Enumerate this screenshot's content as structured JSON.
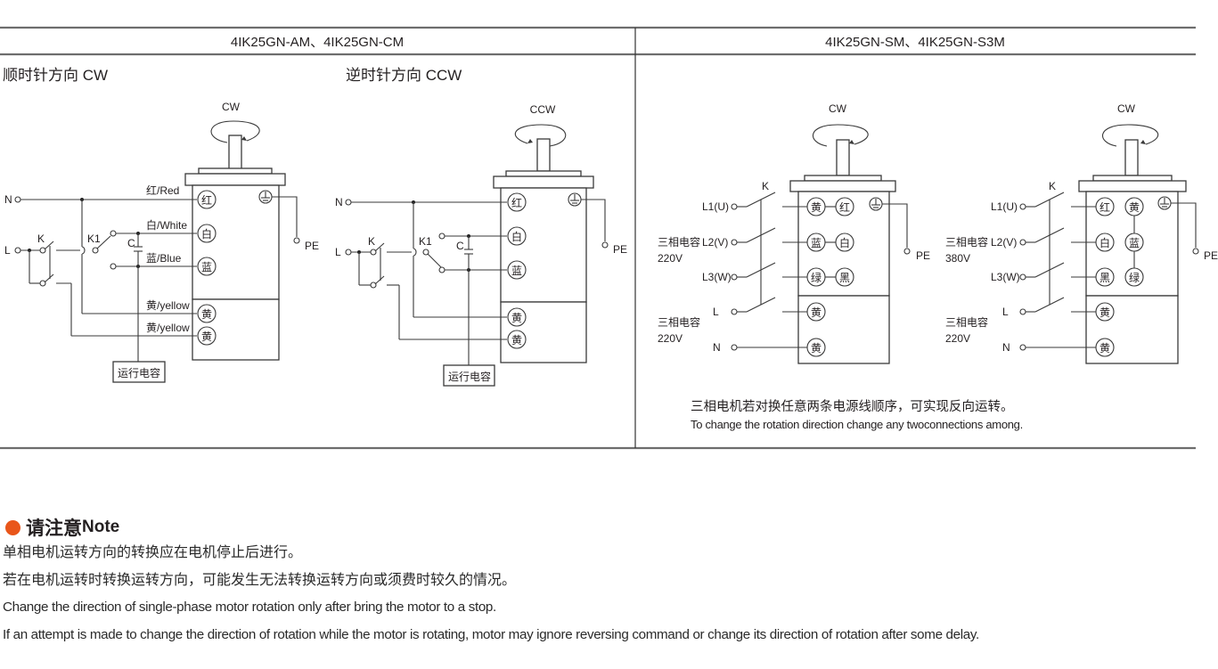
{
  "header": {
    "left_title": "4IK25GN-AM、4IK25GN-CM",
    "right_title": "4IK25GN-SM、4IK25GN-S3M"
  },
  "colors": {
    "accent_bullet": "#e9561a",
    "line": "#3a3a3a",
    "text": "#231f20"
  },
  "single_phase": {
    "cw": {
      "heading": "顺时针方向 CW",
      "rotation_label": "CW",
      "supply": [
        "N",
        "L"
      ],
      "switches": [
        "K",
        "K1",
        "C"
      ],
      "wire_labels": [
        "红/Red",
        "白/White",
        "蓝/Blue",
        "黄/yellow",
        "黄/yellow"
      ],
      "terminals": [
        "红",
        "白",
        "蓝",
        "黄",
        "黄"
      ],
      "earth_label": "PE",
      "capacitor_box": "运行电容",
      "earth_icon": "ground-symbol"
    },
    "ccw": {
      "heading": "逆时针方向 CCW",
      "rotation_label": "CCW",
      "supply": [
        "N",
        "L"
      ],
      "switches": [
        "K",
        "K1",
        "C"
      ],
      "terminals": [
        "红",
        "白",
        "蓝",
        "黄",
        "黄"
      ],
      "earth_label": "PE",
      "capacitor_box": "运行电容",
      "earth_icon": "ground-symbol"
    }
  },
  "three_phase": {
    "220v": {
      "rotation_label": "CW",
      "switch": "K",
      "inputs": [
        "L1(U)",
        "L2(V)",
        "L3(W)",
        "L",
        "N"
      ],
      "group_label_1": "三相电容",
      "voltage_1": "220V",
      "group_label_2": "三相电容",
      "voltage_2": "220V",
      "terminal_rows": [
        [
          "黄",
          "红"
        ],
        [
          "蓝",
          "白"
        ],
        [
          "绿",
          "黑"
        ],
        [
          "黄"
        ],
        [
          "黄"
        ]
      ],
      "earth_label": "PE"
    },
    "380v": {
      "rotation_label": "CW",
      "switch": "K",
      "inputs": [
        "L1(U)",
        "L2(V)",
        "L3(W)",
        "L",
        "N"
      ],
      "group_label_1": "三相电容",
      "voltage_1": "380V",
      "group_label_2": "三相电容",
      "voltage_2": "220V",
      "terminal_rows": [
        [
          "红",
          "黄"
        ],
        [
          "白",
          "蓝"
        ],
        [
          "黑",
          "绿"
        ],
        [
          "黄"
        ],
        [
          "黄"
        ]
      ],
      "earth_label": "PE"
    },
    "caption_cn": "三相电机若对换任意两条电源线顺序，可实现反向运转。",
    "caption_en": "To change the rotation direction change any twoconnections among."
  },
  "note": {
    "title_cn": "请注意",
    "title_en": "Note",
    "lines_cn": [
      "单相电机运转方向的转换应在电机停止后进行。",
      "若在电机运转时转换运转方向，可能发生无法转换运转方向或须费时较久的情况。"
    ],
    "lines_en": [
      "Change the direction of single-phase motor rotation only after bring the motor to a stop.",
      "If an attempt is made to change the direction of rotation while the motor is rotating, motor may ignore reversing command or change its direction of rotation after some delay."
    ]
  }
}
